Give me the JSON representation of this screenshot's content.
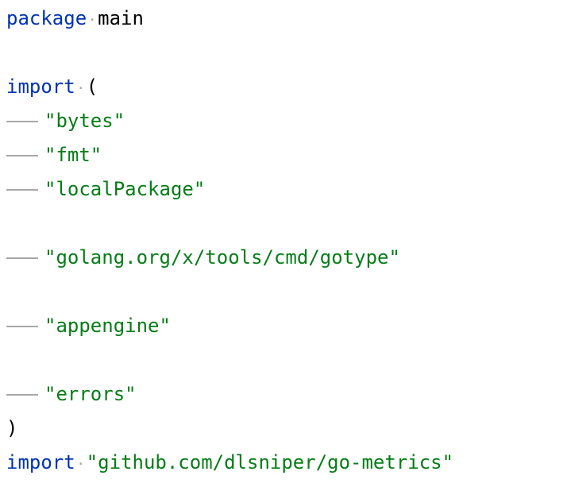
{
  "editor": {
    "background": "#ffffff",
    "colors": {
      "keyword": "#0033b3",
      "string": "#067d17",
      "plain": "#000000",
      "whitespace_indicator": "#a8a8a8"
    }
  },
  "code": {
    "language": "go",
    "whitespace": {
      "space_glyph": "·"
    },
    "lines": [
      {
        "tokens": [
          {
            "t": "kw",
            "v": "package"
          },
          {
            "t": "sp"
          },
          {
            "t": "pl",
            "v": "main"
          }
        ]
      },
      {
        "tokens": []
      },
      {
        "tokens": [
          {
            "t": "kw",
            "v": "import"
          },
          {
            "t": "sp"
          },
          {
            "t": "pl",
            "v": "("
          }
        ]
      },
      {
        "tokens": [
          {
            "t": "tab"
          },
          {
            "t": "str",
            "v": "\"bytes\""
          }
        ]
      },
      {
        "tokens": [
          {
            "t": "tab"
          },
          {
            "t": "str",
            "v": "\"fmt\""
          }
        ]
      },
      {
        "tokens": [
          {
            "t": "tab"
          },
          {
            "t": "str",
            "v": "\"localPackage\""
          }
        ]
      },
      {
        "tokens": []
      },
      {
        "tokens": [
          {
            "t": "tab"
          },
          {
            "t": "str",
            "v": "\"golang.org/x/tools/cmd/gotype\""
          }
        ]
      },
      {
        "tokens": []
      },
      {
        "tokens": [
          {
            "t": "tab"
          },
          {
            "t": "str",
            "v": "\"appengine\""
          }
        ]
      },
      {
        "tokens": []
      },
      {
        "tokens": [
          {
            "t": "tab"
          },
          {
            "t": "str",
            "v": "\"errors\""
          }
        ]
      },
      {
        "tokens": [
          {
            "t": "pl",
            "v": ")"
          }
        ]
      },
      {
        "tokens": [
          {
            "t": "kw",
            "v": "import"
          },
          {
            "t": "sp"
          },
          {
            "t": "str",
            "v": "\"github.com/dlsniper/go-metrics\""
          }
        ]
      }
    ]
  }
}
